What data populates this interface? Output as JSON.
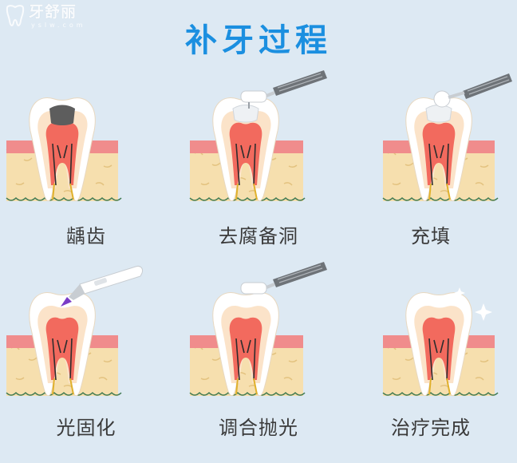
{
  "watermark": {
    "brand_cn": "牙舒丽",
    "brand_en": "yslw.com"
  },
  "title": "补牙过程",
  "steps": [
    {
      "label": "龋齿",
      "tool": "none",
      "cavity": "decay"
    },
    {
      "label": "去腐备洞",
      "tool": "drill",
      "cavity": "prepared"
    },
    {
      "label": "充填",
      "tool": "filler",
      "cavity": "filled"
    },
    {
      "label": "光固化",
      "tool": "curing-light",
      "cavity": "curing"
    },
    {
      "label": "调合抛光",
      "tool": "drill",
      "cavity": "smooth"
    },
    {
      "label": "治疗完成",
      "tool": "none",
      "cavity": "complete"
    }
  ],
  "colors": {
    "title": "#1b8fe0",
    "background": "#dde9f3",
    "gum": "#f08c8c",
    "bone": "#f6dfae",
    "enamel": "#ffffff",
    "dentin": "#fbe3c9",
    "pulp": "#f26a5e",
    "decay": "#5d5d5d",
    "curing": "#7a3cc7"
  }
}
